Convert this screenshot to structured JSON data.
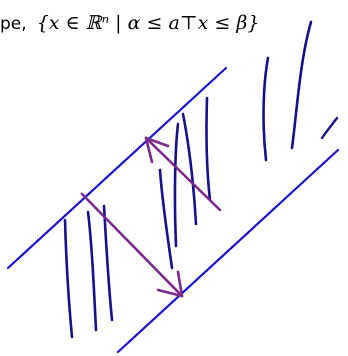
{
  "caption": {
    "word": "pe,",
    "math": "{x ∈ ℝⁿ | α ≤ a⊤x ≤ β}"
  },
  "colors": {
    "boundary_line": "#1a12c8",
    "hatch_ink": "#16108a",
    "normal_arrow": "#7a2a8c"
  },
  "icons": {
    "normal_arrow": "double-headed-arrow"
  }
}
